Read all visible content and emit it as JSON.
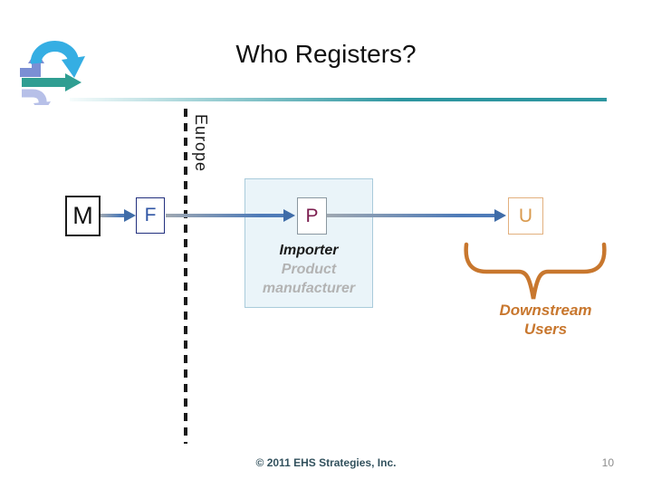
{
  "slide": {
    "title": "Who Registers?",
    "footer": "© 2011 EHS Strategies, Inc.",
    "page_number": "10"
  },
  "diagram": {
    "region_label": "Europe",
    "nodes": {
      "m": "M",
      "f": "F",
      "p": "P",
      "u": "U"
    },
    "p_caption": {
      "line1": "Importer",
      "line2": "Product",
      "line3": "manufacturer"
    },
    "brace_label": {
      "line1": "Downstream",
      "line2": "Users"
    }
  },
  "colors": {
    "accent_teal": "#2E96A0",
    "arrow_blue": "#4E7BB8",
    "arrowhead_blue": "#3F6CA8",
    "m_border": "#1A1A1A",
    "f_border": "#22307E",
    "f_text": "#2F55A4",
    "p_text": "#7C1E4F",
    "panel_fill": "#EAF4F9",
    "panel_border": "#A9CBDB",
    "u_border": "#E2B07E",
    "u_text": "#D99A4E",
    "orange": "#C8772E",
    "muted_text": "#B3B3B3",
    "footer_text": "#33525E"
  }
}
